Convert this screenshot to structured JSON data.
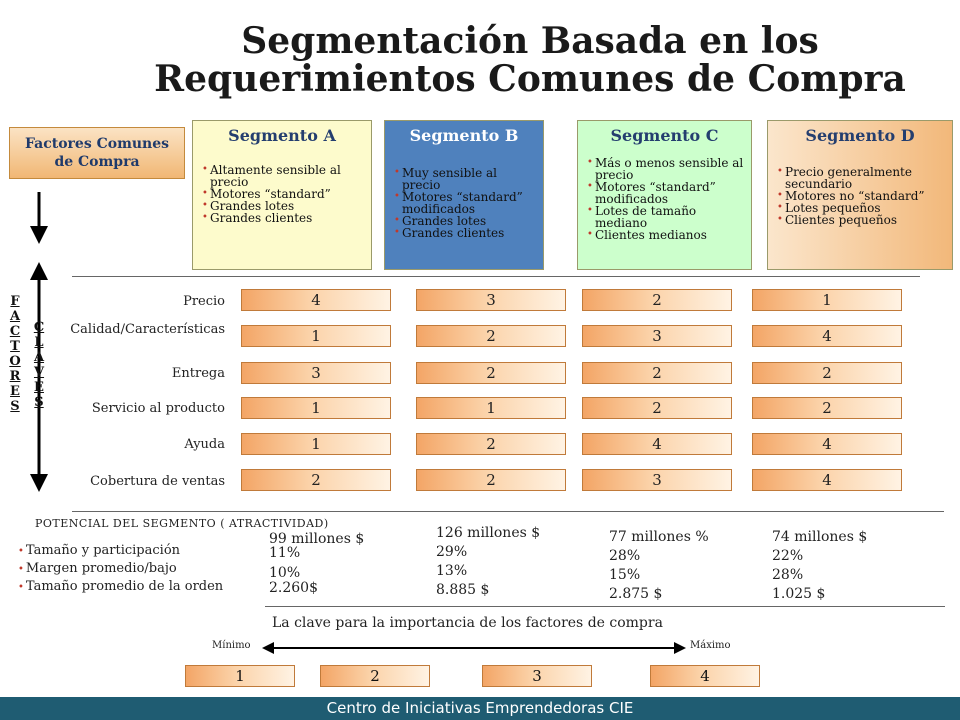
{
  "title": {
    "line1": "Segmentación Basada en los",
    "line2": "Requerimientos Comunes de Compra"
  },
  "factors_box": {
    "line1": "Factores Comunes",
    "line2": "de Compra"
  },
  "segments": [
    {
      "name": "Segmento A",
      "bullets": [
        "Altamente sensible al precio",
        "Motores “standard”",
        "Grandes lotes",
        "Grandes clientes"
      ]
    },
    {
      "name": "Segmento B",
      "bullets": [
        "Muy sensible al precio",
        "Motores “standard” modificados",
        "Grandes lotes",
        "Grandes clientes"
      ]
    },
    {
      "name": "Segmento C",
      "bullets": [
        "Más o menos sensible al precio",
        "Motores “standard” modificados",
        "Lotes de tamaño mediano",
        "Clientes medianos"
      ]
    },
    {
      "name": "Segmento D",
      "bullets": [
        "Precio generalmente secundario",
        "Motores no “standard”",
        "Lotes pequeños",
        "Clientes pequeños"
      ]
    }
  ],
  "vertical": {
    "factores": "FACTORES",
    "claves": "CLAVES"
  },
  "factor_rows": [
    {
      "label": "Precio",
      "values": [
        "4",
        "3",
        "2",
        "1"
      ]
    },
    {
      "label": "Calidad/Características",
      "values": [
        "1",
        "2",
        "3",
        "4"
      ]
    },
    {
      "label": "Entrega",
      "values": [
        "3",
        "2",
        "2",
        "2"
      ]
    },
    {
      "label": "Servicio al producto",
      "values": [
        "1",
        "1",
        "2",
        "2"
      ]
    },
    {
      "label": "Ayuda",
      "values": [
        "1",
        "2",
        "4",
        "4"
      ]
    },
    {
      "label": "Cobertura de ventas",
      "values": [
        "2",
        "2",
        "3",
        "4"
      ]
    }
  ],
  "potential": {
    "title": "POTENCIAL  DEL SEGMENTO  ( ATRACTIVIDAD)",
    "labels": [
      "Tamaño y participación",
      "Margen promedio/bajo",
      "Tamaño promedio de la orden"
    ],
    "columns": [
      [
        "99 millones $",
        "11%",
        "10%",
        "2.260$"
      ],
      [
        "126 millones $",
        "29%",
        "13%",
        "8.885 $"
      ],
      [
        "77 millones %",
        "28%",
        "15%",
        "2.875 $"
      ],
      [
        "74 millones $",
        "22%",
        "28%",
        "1.025 $"
      ]
    ]
  },
  "key": {
    "title": "La clave para la importancia de los factores de compra",
    "min": "Mínimo",
    "max": "Máximo",
    "values": [
      "1",
      "2",
      "3",
      "4"
    ]
  },
  "footer": "Centro de Iniciativas Emprendedoras CIE",
  "colors": {
    "segment_b": "#4f81bd",
    "segment_a": "#fdfbcc",
    "segment_c": "#ccffcc",
    "footer": "#1f5c72",
    "bar": "#f3a566"
  }
}
